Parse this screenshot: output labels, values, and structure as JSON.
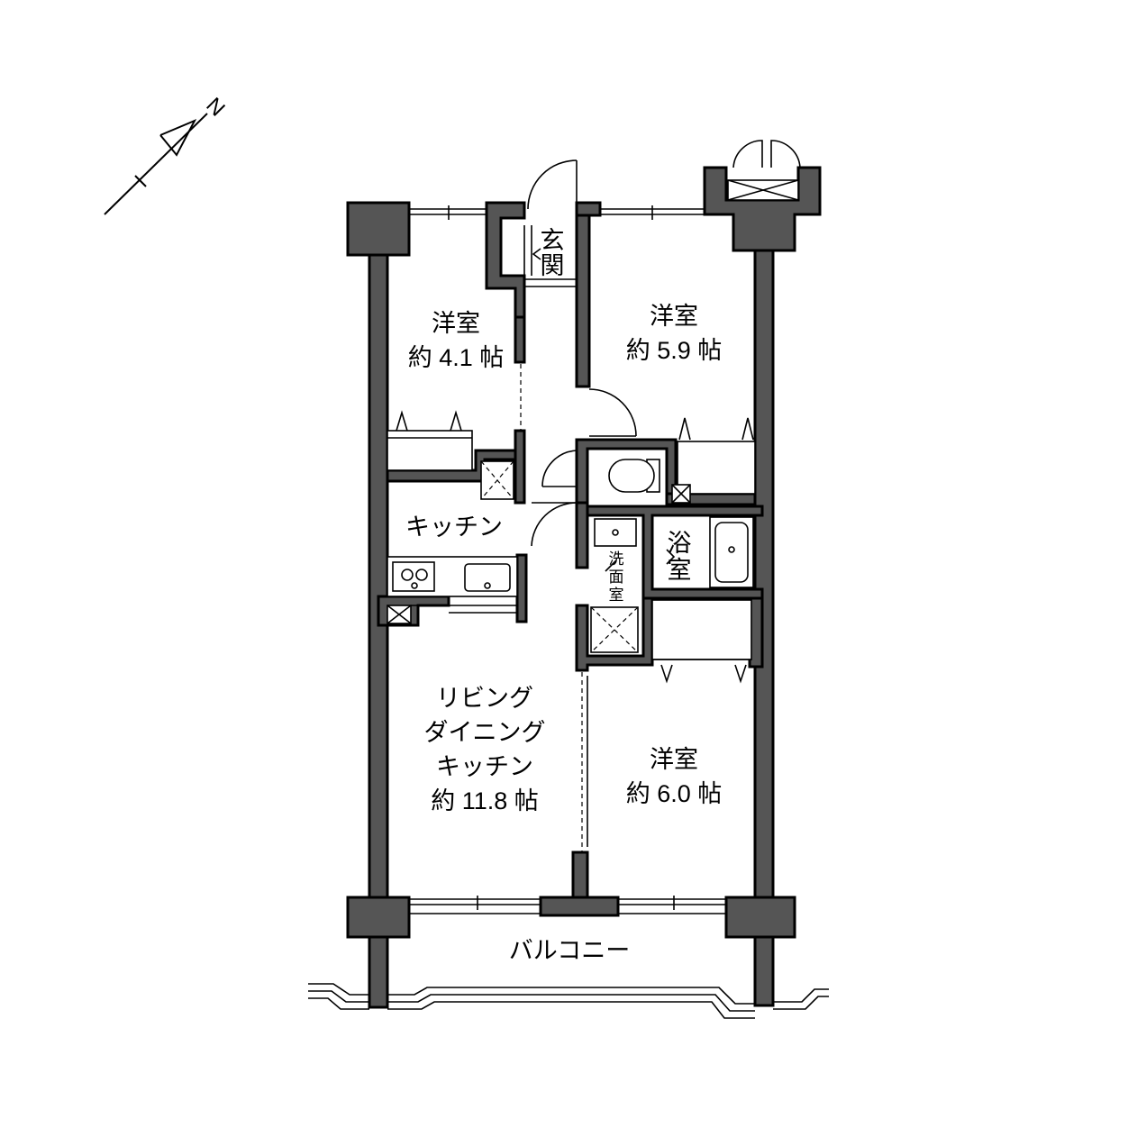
{
  "compass": {
    "north_label": "N",
    "icon": "north-arrow-icon"
  },
  "rooms": {
    "entrance": {
      "line1": "玄",
      "line2": "関"
    },
    "western_room_1": {
      "name": "洋室",
      "size": "約 4.1 帖"
    },
    "western_room_2": {
      "name": "洋室",
      "size": "約 5.9 帖"
    },
    "kitchen": {
      "name": "キッチン"
    },
    "bathroom": {
      "line1": "浴",
      "line2": "室"
    },
    "washroom": {
      "line1": "洗",
      "line2": "面",
      "line3": "室"
    },
    "ldk": {
      "line1": "リビング",
      "line2": "ダイニング",
      "line3": "キッチン",
      "size": "約 11.8 帖"
    },
    "western_room_3": {
      "name": "洋室",
      "size": "約 6.0 帖"
    },
    "balcony": {
      "name": "バルコニー"
    }
  },
  "colors": {
    "wall_fill": "#555555",
    "line": "#000000",
    "background": "#ffffff"
  }
}
